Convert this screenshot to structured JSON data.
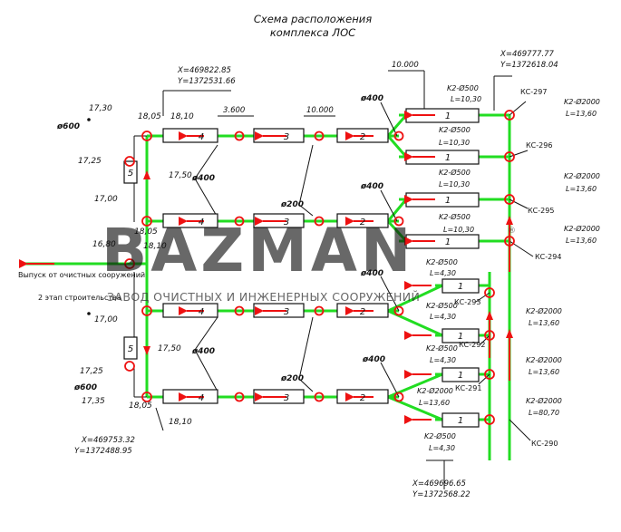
{
  "title": {
    "line1": "Схема расположения",
    "line2": "комплекса ЛОС"
  },
  "coords": {
    "top_left": {
      "x": "X=469822.85",
      "y": "Y=1372531.66"
    },
    "top_right": {
      "x": "X=469777.77",
      "y": "Y=1372618.04"
    },
    "bottom_left": {
      "x": "X=469753.32",
      "y": "Y=1372488.95"
    },
    "bottom_right": {
      "x": "X=469696.65",
      "y": "Y=1372568.22"
    }
  },
  "dims": {
    "d1": "3.600",
    "d2": "10.000",
    "d3": "10.000"
  },
  "diameters": {
    "d600": "ø600",
    "d400": "ø400",
    "d200": "ø200"
  },
  "levels": {
    "l1730": "17,30",
    "l1805": "18,05",
    "l1810": "18,10",
    "l1725": "17,25",
    "l1750": "17,50",
    "l1700": "17,00",
    "l1680": "16,80",
    "l1735": "17,35"
  },
  "units": {
    "u1": "1",
    "u2": "2",
    "u3": "3",
    "u4": "4",
    "u5": "5"
  },
  "outlet": {
    "line1": "Выпуск от очистных сооружений",
    "line2": "2 этап строительства"
  },
  "pipes": {
    "k2_500": "K2-Ø500",
    "k2_2000": "K2-Ø2000",
    "l1030": "L=10,30",
    "l430": "L=4,30",
    "l1360": "L=13,60",
    "l8070": "L=80,70"
  },
  "wells": {
    "ks297": "КС-297",
    "ks296": "КС-296",
    "ks295": "КС-295",
    "ks294": "КС-294",
    "ks293": "КС-293",
    "ks292": "КС-292",
    "ks291": "КС-291",
    "ks290": "КС-290"
  },
  "watermark": {
    "brand": "BAZMAN",
    "tagline": "ЗАВОД ОЧИСТНЫХ И ИНЖЕНЕРНЫХ СООРУЖЕНИЙ",
    "reg": "®"
  },
  "colors": {
    "pipe": "#22dd22",
    "flow": "#ee1111",
    "well": "#ee1111",
    "line": "#111111"
  }
}
